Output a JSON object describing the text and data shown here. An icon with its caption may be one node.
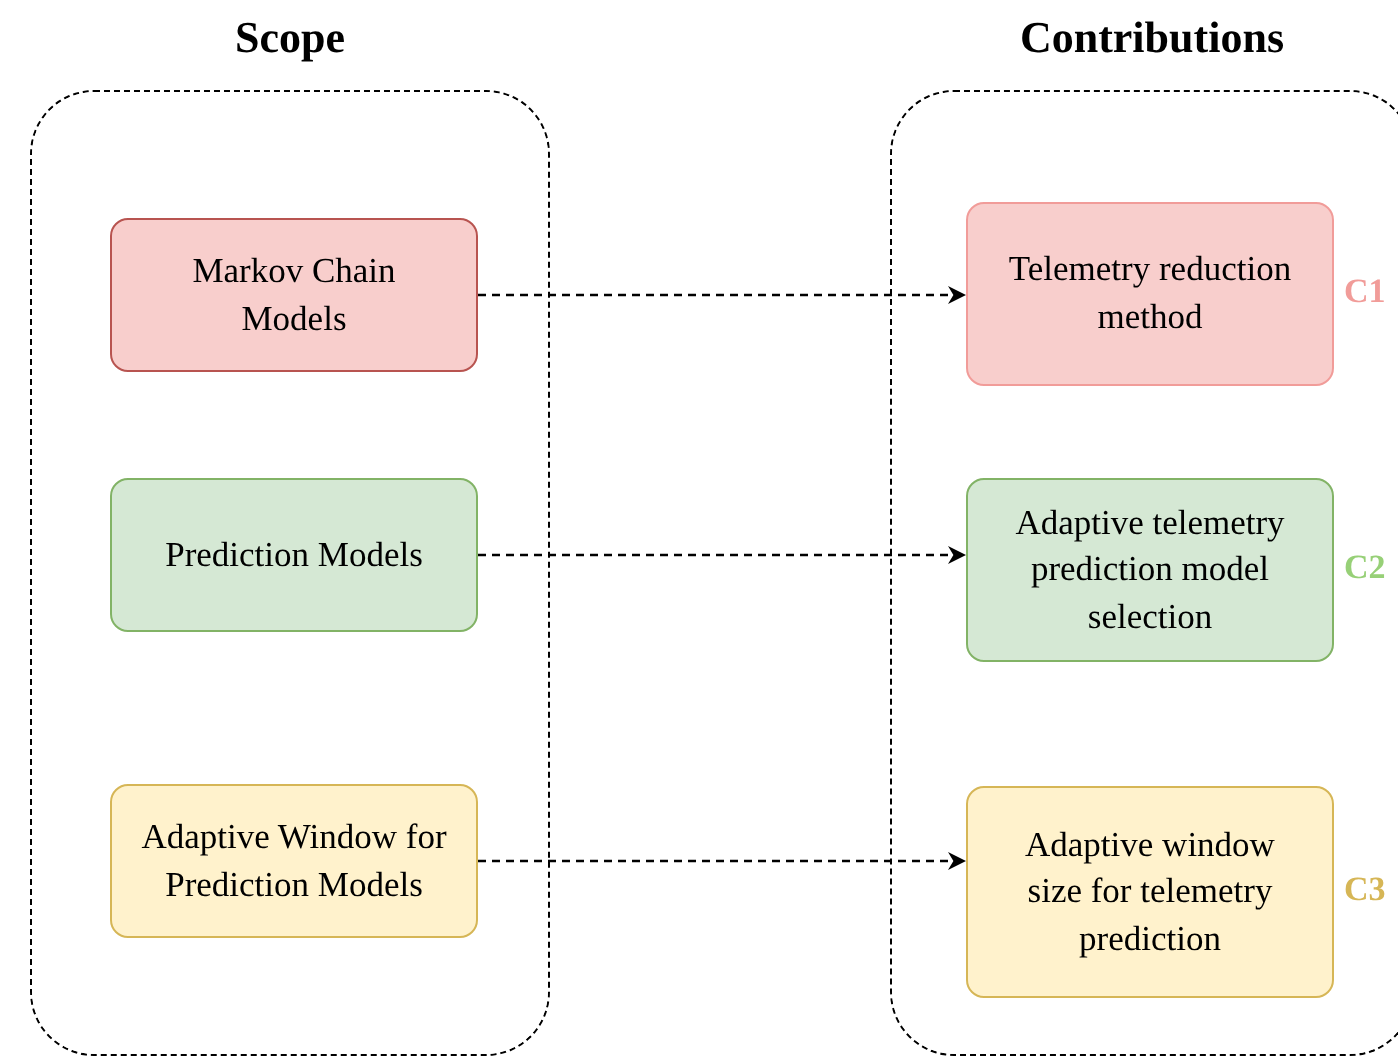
{
  "diagram": {
    "nodes": [
      {
        "text": [
          "Scope"
        ]
      },
      {
        "text": [
          "Markov Chain Models"
        ],
        "in": 0
      },
      {
        "text": [
          "Prediction Models"
        ],
        "in": 0
      },
      {
        "text": [
          "Adaptive Window for Prediction Models"
        ],
        "in": 0
      },
      {
        "text": [
          "Contributions"
        ]
      },
      {
        "text": [
          "Telemetry reduction method"
        ],
        "in": 4,
        "beside": [
          "C1"
        ]
      },
      {
        "text": [
          "Adaptive telemetry prediction model selection"
        ],
        "in": 4,
        "beside": [
          "C2"
        ]
      },
      {
        "text": [
          "Adaptive window size for telemetry prediction"
        ],
        "in": 4,
        "beside": [
          "C3"
        ]
      }
    ],
    "edges": [
      {
        "from": 1,
        "to": 5,
        "arrow": "to",
        "style": "dashed"
      },
      {
        "from": 2,
        "to": 6,
        "arrow": "to",
        "style": "dashed"
      },
      {
        "from": 3,
        "to": 7,
        "arrow": "to",
        "style": "dashed"
      }
    ]
  }
}
